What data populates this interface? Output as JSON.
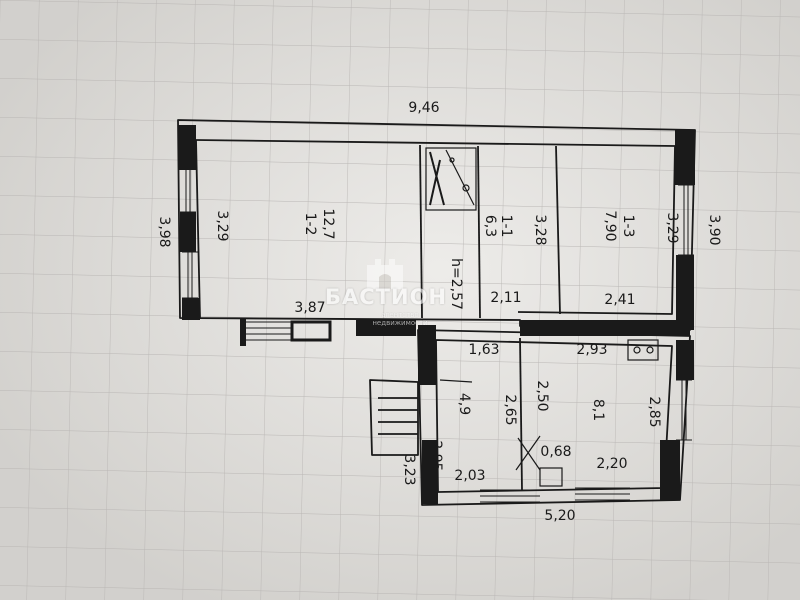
{
  "colors": {
    "paper": "#e4e2de",
    "ink": "#1a1a1a",
    "grid": "#b9b6b4",
    "watermark": "#ffffff"
  },
  "plan": {
    "overall_width": "9,46",
    "left_height_outer": "3,98",
    "right_height_outer": "3,90",
    "annex_width": "5,20",
    "annex_left_outer": "3,23",
    "rooms": [
      {
        "id": "1-2",
        "area": "12,7",
        "side": "3,29",
        "bottom": "3,87"
      },
      {
        "id": "1-1",
        "area": "6,3",
        "side": "3,28",
        "bottom": "2,11",
        "ceiling": "h=2,57"
      },
      {
        "id": "1-3",
        "area": "7,90",
        "side": "3,29",
        "bottom": "2,41"
      },
      {
        "id": "",
        "area": "4,9",
        "side": "2,65",
        "top": "1,63",
        "left": "2,95",
        "bottom": "2,03"
      },
      {
        "id": "",
        "area": "8,1",
        "side": "2,50",
        "top": "2,93",
        "right": "2,85",
        "bottom": "2,20",
        "small": "0,68"
      }
    ]
  },
  "watermark": {
    "brand": "БАСТИОН",
    "sub": "агентство недвижимости"
  }
}
